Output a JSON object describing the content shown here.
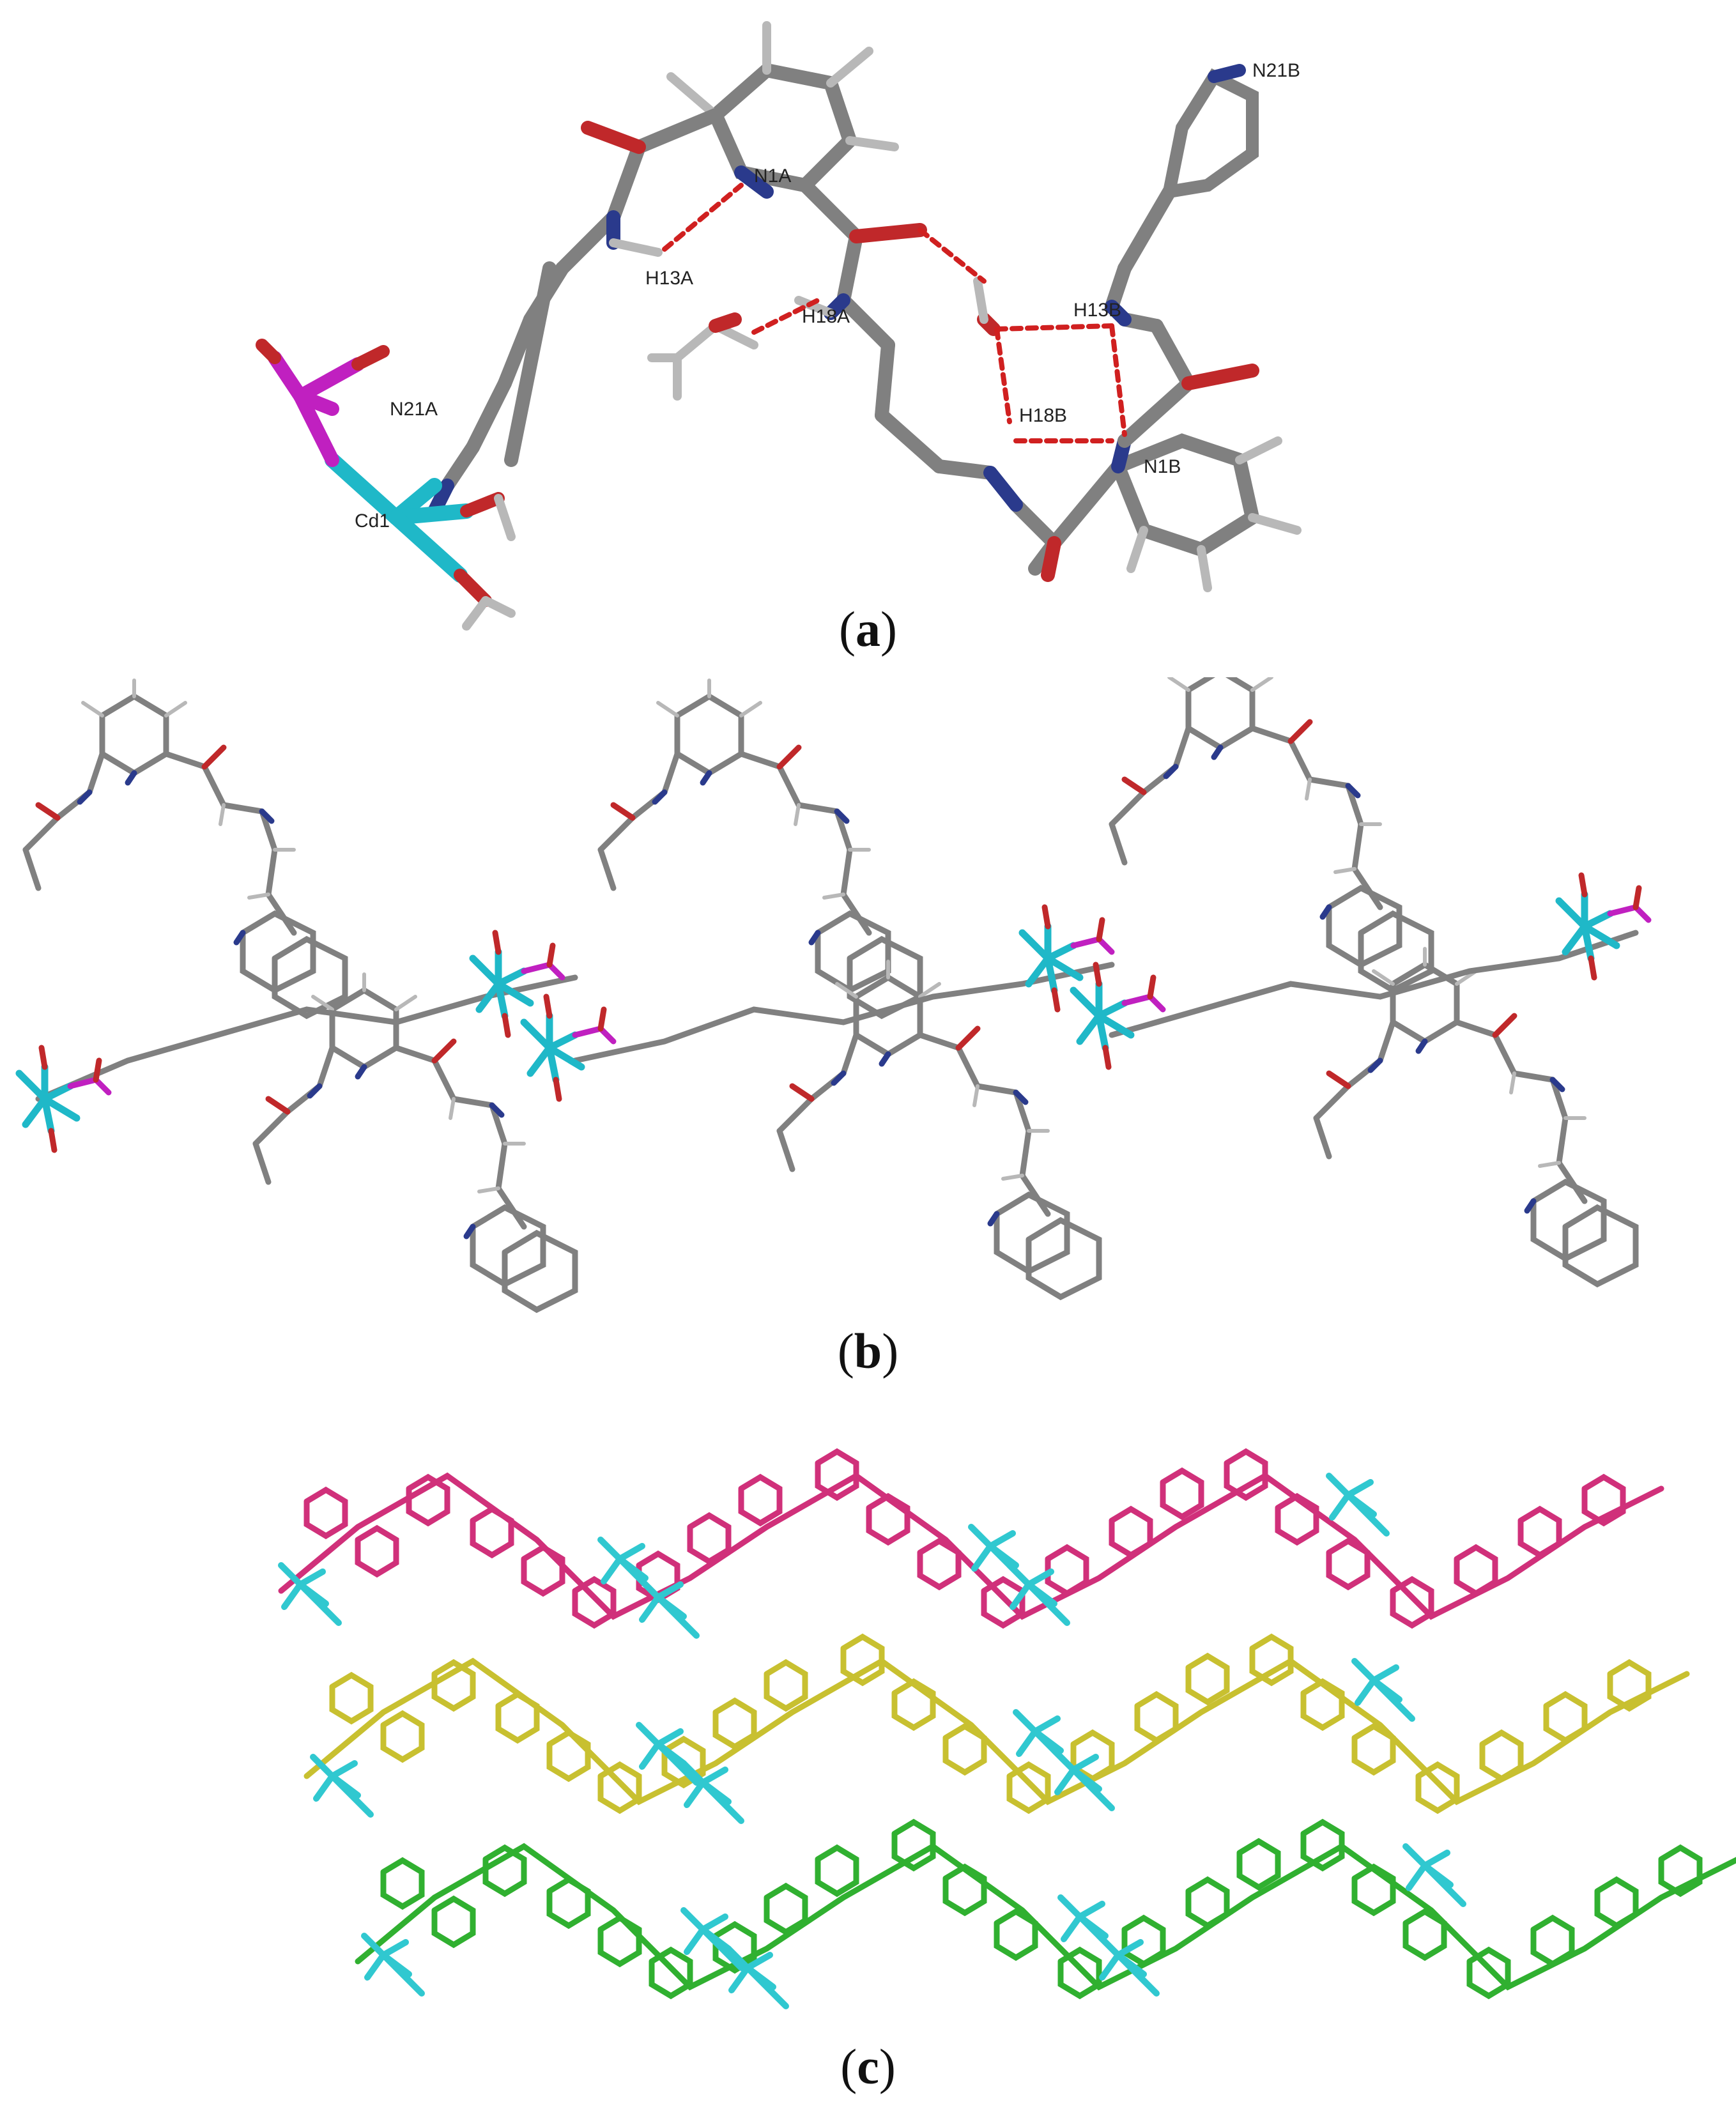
{
  "panels": [
    {
      "id": "a",
      "caption_letter": "a"
    },
    {
      "id": "b",
      "caption_letter": "b"
    },
    {
      "id": "c",
      "caption_letter": "c"
    }
  ],
  "atom_labels": {
    "n1a": "N1A",
    "h13a": "H13A",
    "h18a": "H18A",
    "n21a": "N21A",
    "cd1": "Cd1",
    "n21b": "N21B",
    "h13b": "H13B",
    "h18b": "H18B",
    "n1b": "N1B"
  },
  "colors": {
    "carbon": "#808080",
    "hydrogen": "#b8b8b8",
    "nitrogen": "#2a3a8c",
    "oxygen": "#c0282a",
    "cadmium": "#1fb8c8",
    "phosphorus": "#c020c0",
    "hbond": "#d02020",
    "chain_1": "#d0307a",
    "chain_2": "#c8c030",
    "chain_3": "#30b030",
    "cd_chain": "#30c8d0"
  },
  "icons": {
    "hbond": "dashed-line-icon",
    "ring": "hexagon-ring-icon"
  }
}
